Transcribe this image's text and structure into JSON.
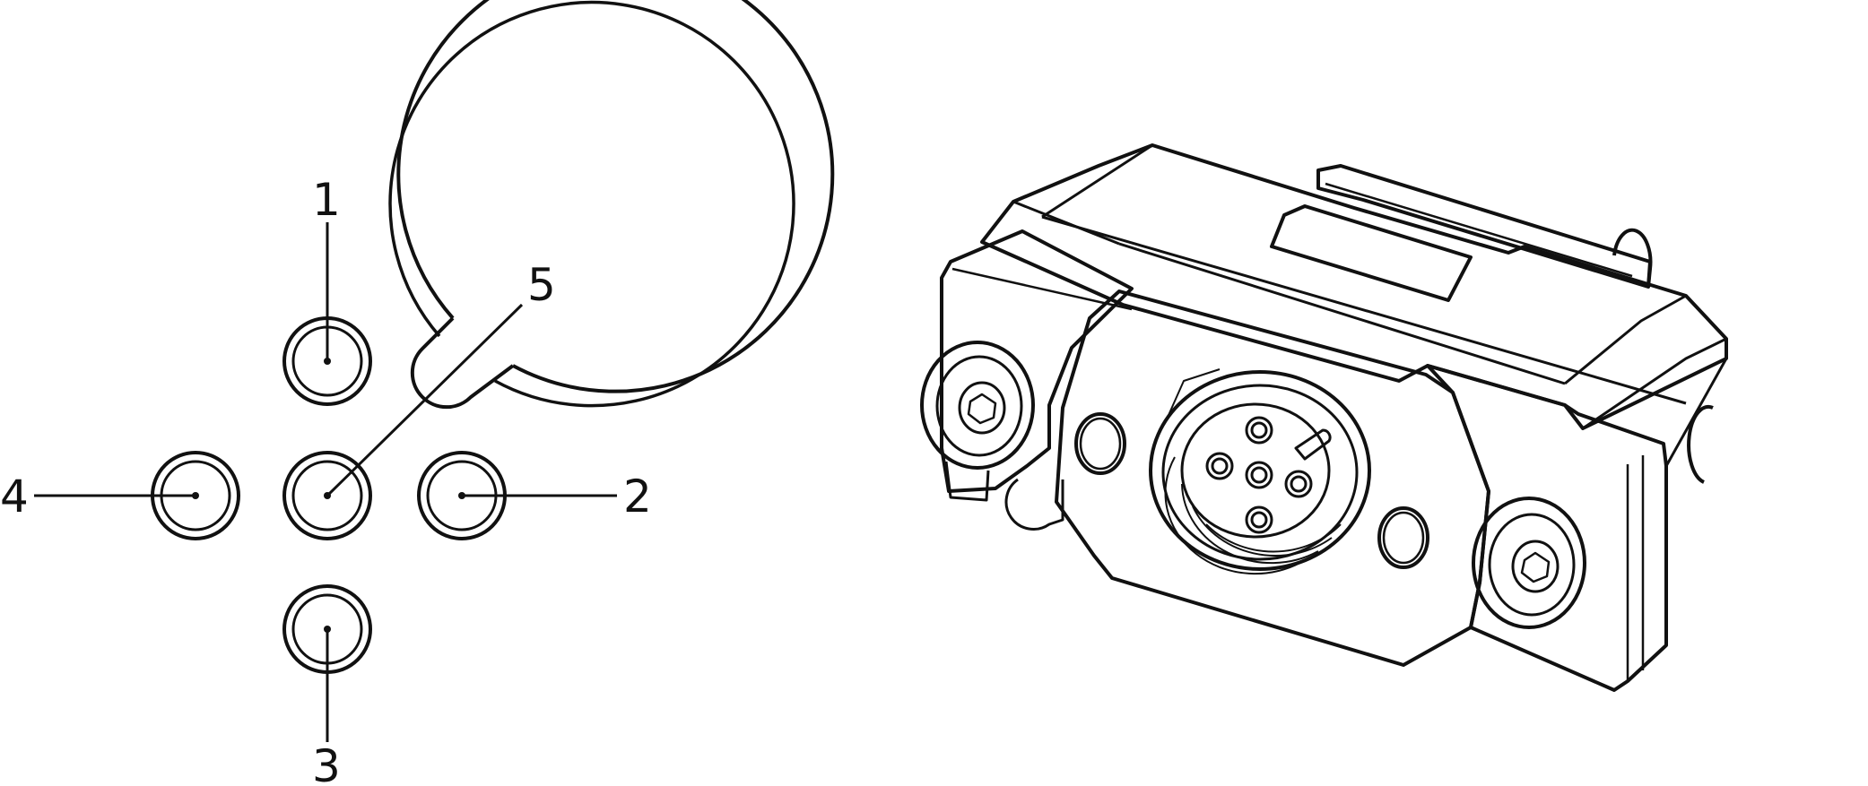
{
  "figure": {
    "background": "#ffffff",
    "line_color": "#111111"
  },
  "pinout": {
    "pins": [
      {
        "id": "pin-1",
        "label": "1"
      },
      {
        "id": "pin-2",
        "label": "2"
      },
      {
        "id": "pin-3",
        "label": "3"
      },
      {
        "id": "pin-4",
        "label": "4"
      },
      {
        "id": "pin-5",
        "label": "5"
      }
    ]
  },
  "connector_3d": {
    "socket_pin_count": 5,
    "mounting_screw_count": 2
  }
}
